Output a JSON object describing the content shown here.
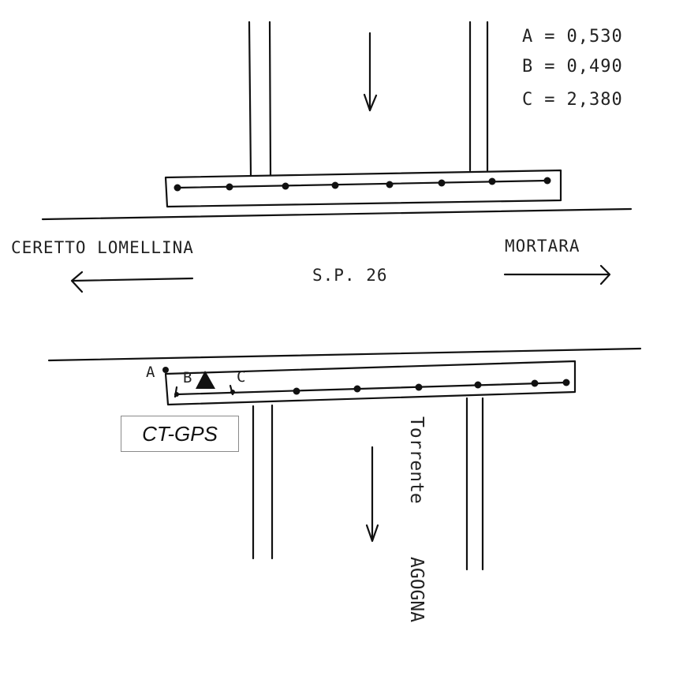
{
  "legend": [
    {
      "label": "A",
      "value": "0,530"
    },
    {
      "label": "B",
      "value": "0,490"
    },
    {
      "label": "C",
      "value": "2,380"
    }
  ],
  "road": {
    "name": "S.P. 26",
    "west": "CERETTO LOMELLINA",
    "east": "MORTARA"
  },
  "river": {
    "line1": "Torrente",
    "line2": "AGOGNA"
  },
  "points": {
    "a": "A",
    "b": "B",
    "c": "C"
  },
  "station": {
    "label": "CT-GPS"
  }
}
